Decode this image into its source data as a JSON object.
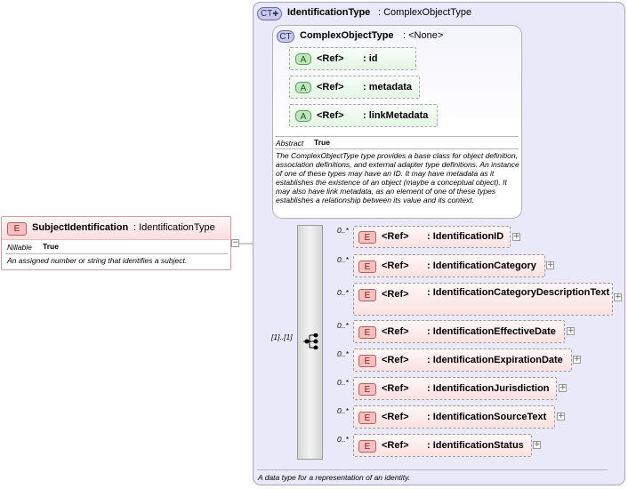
{
  "root_element": {
    "badge": "E",
    "name": "SubjectIdentification",
    "type": ": IdentificationType",
    "property_label": "Nillable",
    "property_value": "True",
    "documentation": "An assigned number or string that identifies a subject."
  },
  "complex_type": {
    "badge": "CT",
    "name": "IdentificationType",
    "base": ": ComplexObjectType",
    "documentation": "A data type for a representation of an identity."
  },
  "base_type": {
    "badge": "CT",
    "name": "ComplexObjectType",
    "base": ": <None>",
    "attributes": [
      {
        "badge": "A",
        "ref": "<Ref>",
        "name": ": id"
      },
      {
        "badge": "A",
        "ref": "<Ref>",
        "name": ": metadata"
      },
      {
        "badge": "A",
        "ref": "<Ref>",
        "name": ": linkMetadata"
      }
    ],
    "property_label": "Abstract",
    "property_value": "True",
    "documentation": "The ComplexObjectType type provides a base class for object definition, association definitions, and external adapter type definitions. An instance of one of these types may have an ID. It may have metadata as it establishes the existence of an object (maybe a conceptual object). It may also have link metadata, as an element of one of these types establishes a relationship between its value and its context."
  },
  "sequence": {
    "multiplicity": "[1]..[1]",
    "elements": [
      {
        "badge": "E",
        "ref": "<Ref>",
        "name": ": IdentificationID",
        "multiplicity": "0..*"
      },
      {
        "badge": "E",
        "ref": "<Ref>",
        "name": ": IdentificationCategory",
        "multiplicity": "0..*"
      },
      {
        "badge": "E",
        "ref": "<Ref>",
        "name": ": IdentificationCategoryDescriptionText",
        "multiplicity": "0..*"
      },
      {
        "badge": "E",
        "ref": "<Ref>",
        "name": ": IdentificationEffectiveDate",
        "multiplicity": "0..*"
      },
      {
        "badge": "E",
        "ref": "<Ref>",
        "name": ": IdentificationExpirationDate",
        "multiplicity": "0..*"
      },
      {
        "badge": "E",
        "ref": "<Ref>",
        "name": ": IdentificationJurisdiction",
        "multiplicity": "0..*"
      },
      {
        "badge": "E",
        "ref": "<Ref>",
        "name": ": IdentificationSourceText",
        "multiplicity": "0..*"
      },
      {
        "badge": "E",
        "ref": "<Ref>",
        "name": ": IdentificationStatus",
        "multiplicity": "0..*"
      }
    ]
  }
}
